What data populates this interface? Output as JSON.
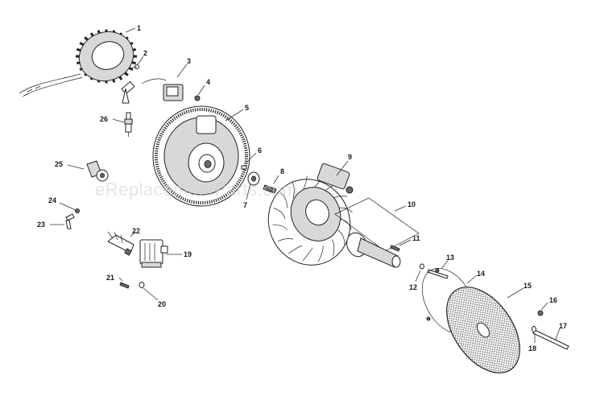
{
  "watermark": "eReplacementParts.com",
  "callouts": [
    {
      "id": "1",
      "label": "1"
    },
    {
      "id": "2",
      "label": "2"
    },
    {
      "id": "3",
      "label": "3"
    },
    {
      "id": "4",
      "label": "4"
    },
    {
      "id": "5",
      "label": "5"
    },
    {
      "id": "6",
      "label": "6"
    },
    {
      "id": "7",
      "label": "7"
    },
    {
      "id": "8",
      "label": "8"
    },
    {
      "id": "9",
      "label": "9"
    },
    {
      "id": "10",
      "label": "10"
    },
    {
      "id": "11",
      "label": "11"
    },
    {
      "id": "12",
      "label": "12"
    },
    {
      "id": "13",
      "label": "13"
    },
    {
      "id": "14",
      "label": "14"
    },
    {
      "id": "15",
      "label": "15"
    },
    {
      "id": "16",
      "label": "16"
    },
    {
      "id": "17",
      "label": "17"
    },
    {
      "id": "18",
      "label": "18"
    },
    {
      "id": "19",
      "label": "19"
    },
    {
      "id": "20",
      "label": "20"
    },
    {
      "id": "21",
      "label": "21"
    },
    {
      "id": "22",
      "label": "22"
    },
    {
      "id": "23",
      "label": "23"
    },
    {
      "id": "24",
      "label": "24"
    },
    {
      "id": "25",
      "label": "25"
    },
    {
      "id": "26",
      "label": "26"
    }
  ]
}
